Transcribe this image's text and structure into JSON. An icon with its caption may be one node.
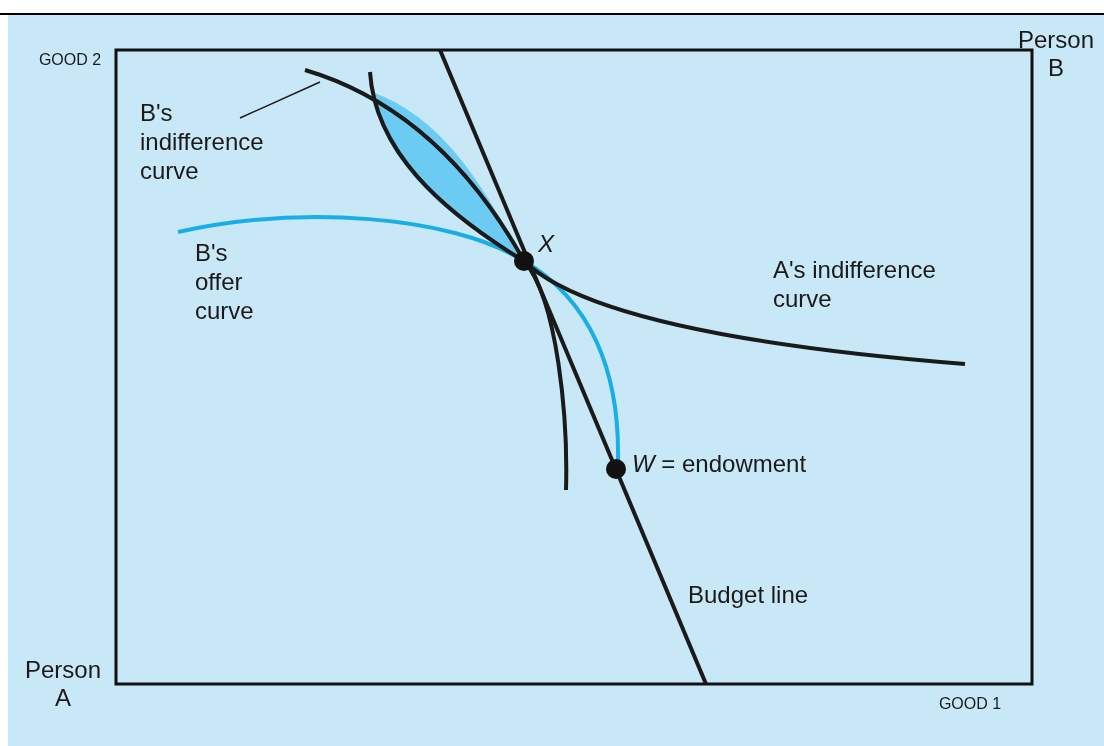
{
  "diagram": {
    "nodes": [
      {
        "text": [
          "B's indifference curve"
        ]
      },
      {
        "text": [],
        "shape": "curve"
      }
    ],
    "edges": [
      {
        "from": 0,
        "to": 1,
        "arrow": "none"
      }
    ],
    "labels": [
      "GOOD 2",
      "Person B",
      "B's offer curve",
      "X",
      "A's indifference curve",
      "*W* = endowment",
      "Budget line",
      "Person A",
      "GOOD 1"
    ]
  }
}
